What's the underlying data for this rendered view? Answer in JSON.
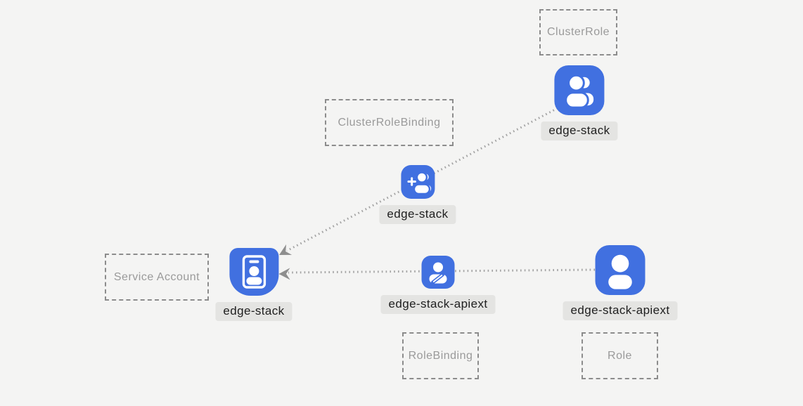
{
  "colors": {
    "background": "#f4f4f3",
    "node_blue": "#4170e0",
    "glyph_white": "#ffffff",
    "dashed_box_border": "#8c8c8c",
    "dashed_box_text": "#9a9a9a",
    "label_pill_bg": "#e4e4e2",
    "label_pill_text": "#202020",
    "edge_line": "#a2a2a2",
    "edge_arrow": "#8e8e8e"
  },
  "diagram": {
    "type_boxes": {
      "cluster_role": {
        "label": "ClusterRole"
      },
      "cluster_role_binding": {
        "label": "ClusterRoleBinding"
      },
      "service_account": {
        "label": "Service Account"
      },
      "role_binding": {
        "label": "RoleBinding"
      },
      "role": {
        "label": "Role"
      }
    },
    "nodes": {
      "cluster_role": {
        "label": "edge-stack",
        "icon": "group-icon"
      },
      "cluster_role_binding": {
        "label": "edge-stack",
        "icon": "person-add-icon"
      },
      "service_account": {
        "label": "edge-stack",
        "icon": "id-badge-icon"
      },
      "role_binding": {
        "label": "edge-stack-apiext",
        "icon": "person-edit-icon"
      },
      "role": {
        "label": "edge-stack-apiext",
        "icon": "person-icon"
      }
    },
    "edges": [
      {
        "from": "cluster_role",
        "via": "cluster_role_binding",
        "to": "service_account",
        "style": "dotted-arrow"
      },
      {
        "from": "role",
        "via": "role_binding",
        "to": "service_account",
        "style": "dotted-arrow"
      }
    ]
  }
}
